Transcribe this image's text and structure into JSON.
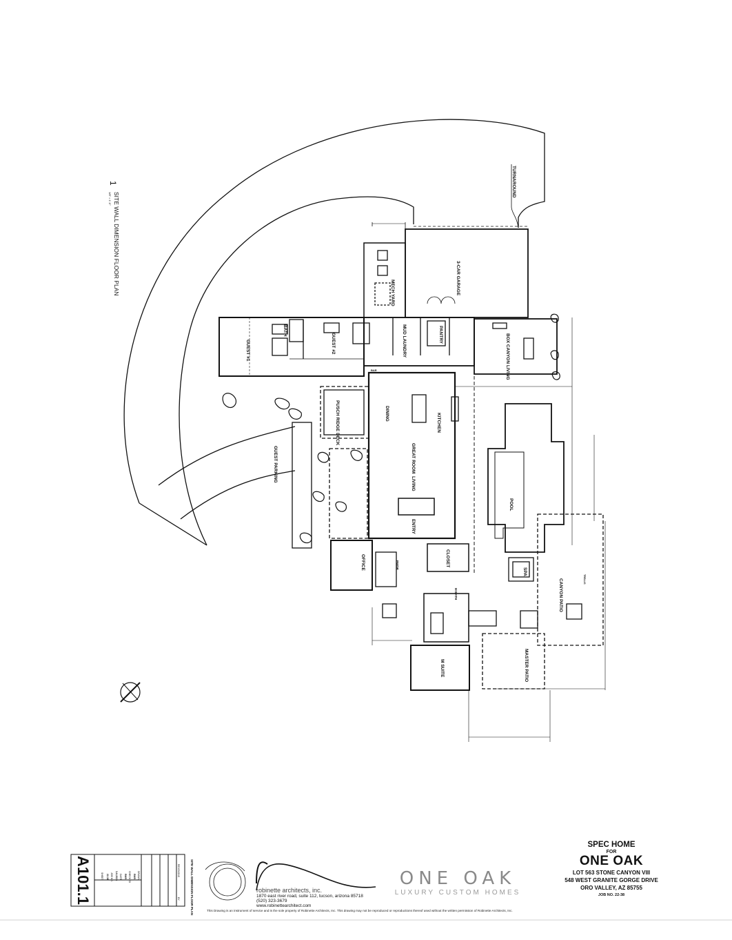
{
  "drawing": {
    "title_number": "1",
    "title": "SITE WALL DIMENSION FLOOR PLAN",
    "scale": "1/8\" = 1'-0\"",
    "rooms": {
      "turnaround": "TURNAROUND",
      "garage": "3-CAR GARAGE",
      "mech_yard": "MECH YARD",
      "guest1": "GUEST #1",
      "guest2": "GUEST #2",
      "bath": "BATH",
      "mud_laundry": "MUD LAUNDRY",
      "pantry": "PANTRY",
      "box_canyon_living": "BOX CANYON LIVING",
      "pusch_ridge_deck": "PUSCH RIDGE DECK",
      "guest_parking": "GUEST PARKING",
      "dining": "DINING",
      "kitchen": "KITCHEN",
      "great_room": "GREAT ROOM",
      "living": "LIVING",
      "entry": "ENTRY",
      "pool": "POOL",
      "spa": "SPA",
      "canyon_patio": "CANYON PATIO",
      "office": "OFFICE",
      "closet": "CLOSET",
      "master_patio": "MASTER PATIO",
      "m_suite": "M SUITE",
      "powder": "PWDR",
      "m_bath": "M BATH",
      "bar": "BAR",
      "trellis": "TRELLIS"
    }
  },
  "title_block": {
    "spec_home": "SPEC HOME",
    "for": "FOR",
    "project_name": "ONE OAK",
    "lot": "LOT 563 STONE CANYON VIII",
    "street": "548 WEST GRANITE GORGE DRIVE",
    "city": "ORO VALLEY, AZ 85755",
    "job": "JOB NO. 22-38"
  },
  "logo": {
    "word": "ONE OAK",
    "tagline": "LUXURY CUSTOM HOMES"
  },
  "firm": {
    "name": "robinette architects, inc.",
    "address": "1870 east river road, suite 112, tucson, arizona 85718",
    "phone": "(520) 323-3679",
    "web": "www.robinettearchitect.com",
    "disclaimer": "This Drawing is an instrument of service and is the sole property of Robinette Architects, Inc.  This drawing may not be reproduced or reproductions thereof used without the written permission of Robinette Architects, Inc."
  },
  "sheet": {
    "number": "A101.1",
    "title": "SITE WALL DIMENSION FLOOR PLAN",
    "revisions": "REVISIONS",
    "drawn": "DRAWN",
    "checked": "CHECKED",
    "drawn_by": "RMR",
    "checked_by": "RMR",
    "date_label": "DATE",
    "date": "3-6-2023",
    "job_label": "JOB NO.",
    "job": "22-38",
    "sheet_label": "SHEET",
    "by": "BY"
  },
  "colors": {
    "ink": "#111111",
    "logo_grey": "#8a8a8a"
  }
}
